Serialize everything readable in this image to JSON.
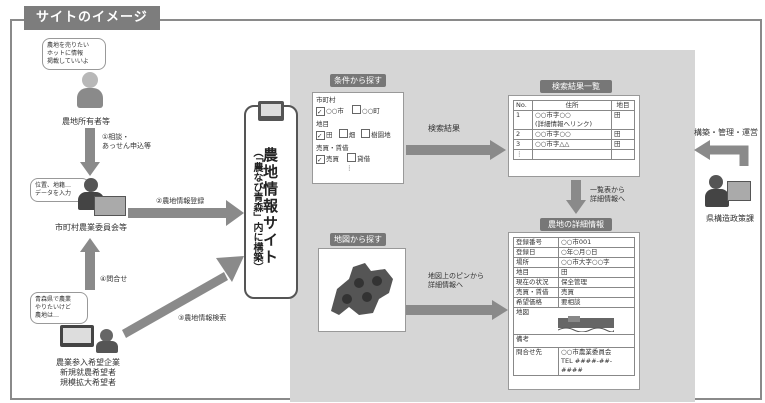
{
  "title": "サイトのイメージ",
  "owner": {
    "bubble": [
      "農地を売りたい",
      "ホットに情報",
      "掲載していいよ"
    ],
    "label": "農地所有者等"
  },
  "step1": [
    "①相談・",
    "あっせん申込等"
  ],
  "committee": {
    "bubble": [
      "位置、地籍…",
      "データを入力"
    ],
    "label": "市町村農業委員会等"
  },
  "step2": "②農地情報登録",
  "step4": "④問合せ",
  "applicant": {
    "bubble": [
      "青森県で農業",
      "やりたいけど",
      "農地は…"
    ],
    "labels": [
      "農業参入希望企業",
      "新規就農希望者",
      "規模拡大希望者"
    ]
  },
  "step3": "③農地情報検索",
  "site": {
    "main": "農地情報サイト",
    "sub": "（「農なび青森」内に構築）"
  },
  "search_conditions": {
    "header": "条件から探す",
    "city_label": "市町村",
    "city_options": [
      "○○市",
      "○○町"
    ],
    "type_label": "地目",
    "type_options": [
      "田",
      "畑",
      "樹園地"
    ],
    "deal_label": "売買・賃借",
    "deal_options": [
      "売買",
      "貸借"
    ],
    "more": "⋮"
  },
  "search_result_label": "検索結果",
  "results": {
    "header": "検索結果一覧",
    "columns": [
      "No.",
      "住所",
      "地目"
    ],
    "rows": [
      {
        "no": "1",
        "addr": "○○市字○○",
        "addr2": "(詳細情報へリンク)",
        "type": "田"
      },
      {
        "no": "2",
        "addr": "○○市字○○",
        "addr2": "",
        "type": "田"
      },
      {
        "no": "3",
        "addr": "○○市字△△",
        "addr2": "",
        "type": "田"
      },
      {
        "no": "⋮",
        "addr": "",
        "addr2": "",
        "type": ""
      }
    ]
  },
  "list_to_detail": [
    "一覧表から",
    "詳細情報へ"
  ],
  "map_search": {
    "header": "地図から探す"
  },
  "map_to_detail": [
    "地図上のピンから",
    "詳細情報へ"
  ],
  "detail": {
    "header": "農地の詳細情報",
    "rows": [
      {
        "k": "登録番号",
        "v": "○○市001"
      },
      {
        "k": "登録日",
        "v": "○年○月○日"
      },
      {
        "k": "場所",
        "v": "○○市大字○○字"
      },
      {
        "k": "地目",
        "v": "田"
      },
      {
        "k": "現在の状況",
        "v": "保全管理"
      },
      {
        "k": "売買・賃借",
        "v": "売買"
      },
      {
        "k": "希望価格",
        "v": "要相談"
      },
      {
        "k": "地図",
        "v": ""
      },
      {
        "k": "備考",
        "v": ""
      },
      {
        "k": "問合せ先",
        "v": "○○市農業委員会"
      }
    ],
    "tel": "TEL ####-##-####"
  },
  "admin": {
    "label_top": "構築・管理・運営",
    "label": "県構造政策課"
  }
}
